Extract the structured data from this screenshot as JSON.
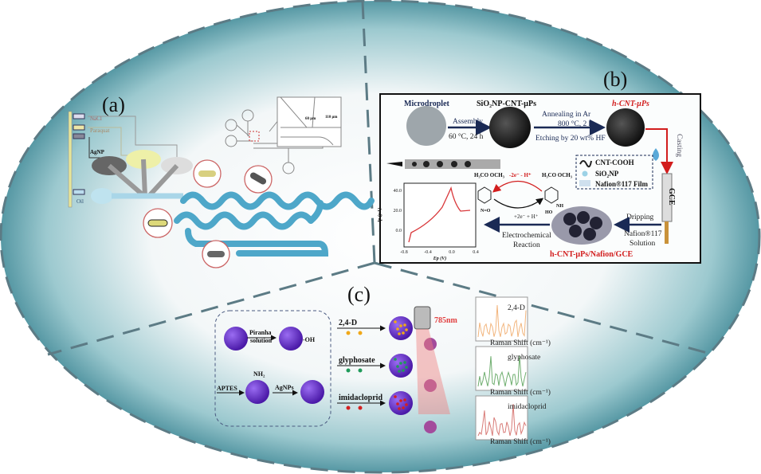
{
  "panels": {
    "a": {
      "label": "(a)",
      "inlets": [
        "NaCl",
        "Paraquat",
        "AgNP",
        "Oil"
      ],
      "dimensions": [
        "60 μm",
        "110 μm"
      ]
    },
    "b": {
      "label": "(b)",
      "microdroplet": "Microdroplet",
      "sio2np_cnt": "SiO₂NP-CNT-μPs",
      "h_cnt": "h-CNT-μPs",
      "assembly": "Assembly",
      "assembly_cond": "60 °C, 24 h",
      "annealing": "Annealing  in  Ar",
      "annealing_cond": "800 °C, 2 h",
      "etching": "Etching by 20 wt% HF",
      "casting": "Casting",
      "legend": [
        "CNT-COOH",
        "SiO₂NP",
        "Nafion®117 Film"
      ],
      "gce": "GCE",
      "dripping": "Dripping",
      "nafion_solution": [
        "Nafion®117",
        "Solution"
      ],
      "electrode": "h-CNT-μPs/Nafion/GCE",
      "electrochemical": [
        "Electrochemical",
        "Reaction"
      ],
      "reaction_top": "-2e⁻ - H⁺",
      "reaction_bottom": "+2e⁻ + H⁺",
      "chem_left": "H₃CO  OCH₃",
      "chem_right": "H₃CO  OCH₃",
      "chem_no": "N=O",
      "chem_nh": "NH",
      "chem_ho": "HO",
      "plot": {
        "ylabel": "Ip (μA)",
        "xlabel": "Ep (V)",
        "yticks": [
          "0.0",
          "20.0",
          "40.0"
        ],
        "xticks": [
          "-0.8",
          "-0.4",
          "0.0",
          "0.4"
        ],
        "line_color": "#d9373a"
      }
    },
    "c": {
      "label": "(c)",
      "piranha": [
        "Piranha",
        "solution"
      ],
      "oh": "-OH",
      "aptes": "APTES",
      "nh2": "NH₂",
      "agnps": "AgNPs",
      "analytes": [
        {
          "name": "2,4-D",
          "color": "#f0a818"
        },
        {
          "name": "glyphosate",
          "color": "#1f9a5a"
        },
        {
          "name": "imidacloprid",
          "color": "#d42020"
        }
      ],
      "laser": "785nm",
      "spectra_labels": [
        "2,4-D",
        "glyphosate",
        "imidacloprid"
      ],
      "spectra_axis": "Raman Shift (cm⁻¹)",
      "spectra_colors": [
        "#f2b57d",
        "#6fae6f",
        "#d87b77"
      ]
    }
  },
  "colors": {
    "background_teal": "#2f8a99",
    "divider": "#5c7b85",
    "purple": "#6a2fd0"
  }
}
